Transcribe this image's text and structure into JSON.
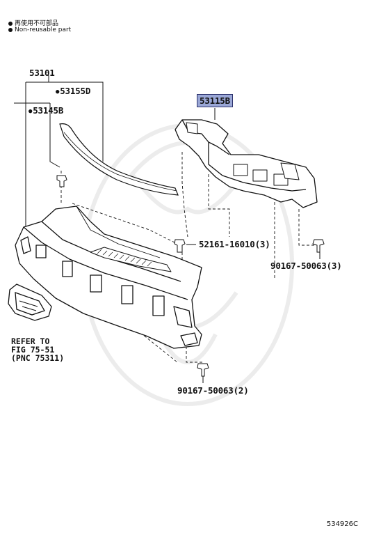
{
  "legend": {
    "line_jp": "再使用不可部品",
    "line_en": "Non-reusable part"
  },
  "parts": {
    "p53101": "53101",
    "p53155D": "53155D",
    "p53145B": "53145B",
    "p53115B": "53115B",
    "p52161": "52161-16010(3)",
    "p90167a": "90167-50063(3)",
    "p90167b": "90167-50063(2)"
  },
  "refer": {
    "line1": "REFER TO",
    "line2": "FIG 75-51",
    "line3": "(PNC 75311)"
  },
  "illustration_number": "534926C",
  "colors": {
    "line": "#111111",
    "highlight_fill": "#9aa7d6",
    "watermark": "#e8e8e8"
  }
}
